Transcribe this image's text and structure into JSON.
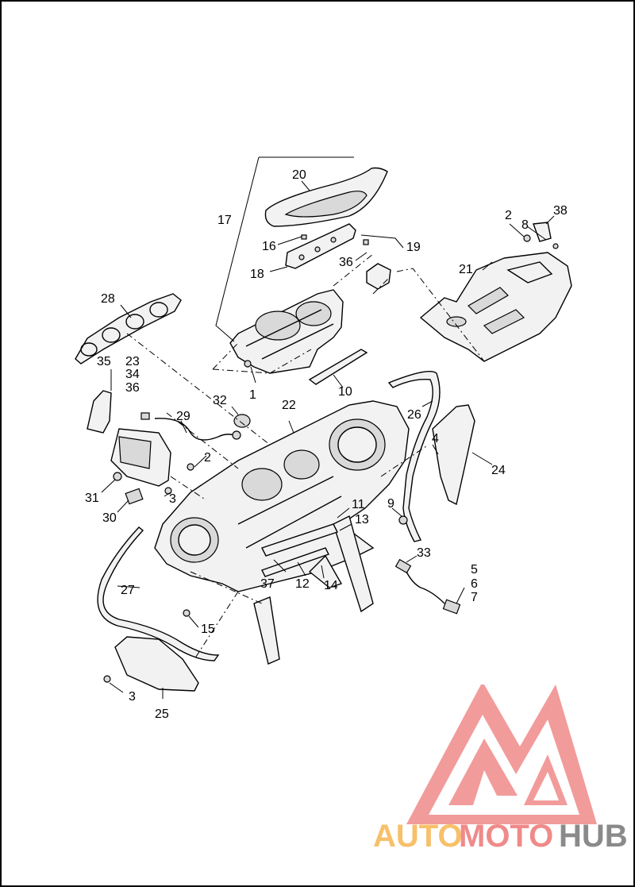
{
  "callouts": {
    "c1": "1",
    "c2a": "2",
    "c2b": "2",
    "c3a": "3",
    "c3b": "3",
    "c4": "4",
    "c5": "5",
    "c6": "6",
    "c7": "7",
    "c8": "8",
    "c9": "9",
    "c10": "10",
    "c11": "11",
    "c12": "12",
    "c13": "13",
    "c14": "14",
    "c15": "15",
    "c16": "16",
    "c17": "17",
    "c18": "18",
    "c19": "19",
    "c20": "20",
    "c21": "21",
    "c22": "22",
    "c23": "23",
    "c24": "24",
    "c25": "25",
    "c26": "26",
    "c27": "27",
    "c28": "28",
    "c29": "29",
    "c30": "30",
    "c31": "31",
    "c32": "32",
    "c33": "33",
    "c34": "34",
    "c35": "35",
    "c36a": "36",
    "c36b": "36",
    "c37": "37",
    "c38": "38"
  },
  "watermark": {
    "part1": "AUTO",
    "part2": "MOTO",
    "part3": "HUB",
    "color_auto": "#f7c06a",
    "color_moto": "#f08a8a",
    "color_hub": "#8a8a8a",
    "logo_color": "#f08a8a"
  }
}
